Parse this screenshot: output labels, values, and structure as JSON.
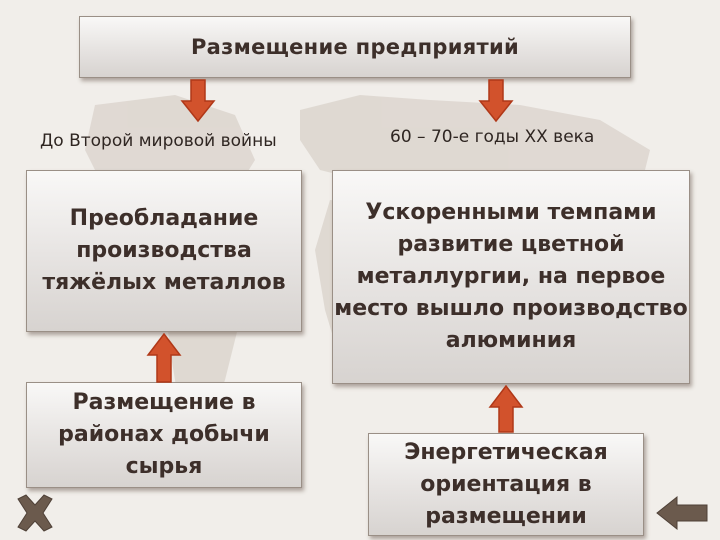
{
  "title": "Размещение предприятий",
  "labels": {
    "before_war": "До Второй мировой войны",
    "sixties": "60 – 70-е годы XX века"
  },
  "boxes": {
    "heavy_metals": "Преобладание производства тяжёлых металлов",
    "nonferrous": "Ускоренными темпами развитие цветной металлургии, на первое место вышло производство алюминия",
    "raw_materials": "Размещение в районах добычи сырья",
    "energy": "Энергетическая ориентация в размещении"
  },
  "icons": {
    "close": "close-icon",
    "back": "back-arrow-icon"
  },
  "colors": {
    "arrow_fill": "#d2522c",
    "arrow_stroke": "#b03818",
    "box_text": "#3d2f2a",
    "control_brown": "#6b5a4d"
  }
}
